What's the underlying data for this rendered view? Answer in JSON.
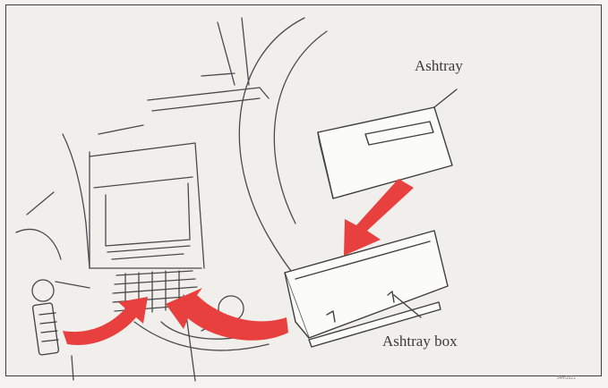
{
  "labels": {
    "ashtray": "Ashtray",
    "ashtray_box": "Ashtray box"
  },
  "figure_code": "54m1521",
  "colors": {
    "arrow": "#e8403e",
    "line": "#4a4a4a",
    "background": "#f0efeb"
  }
}
